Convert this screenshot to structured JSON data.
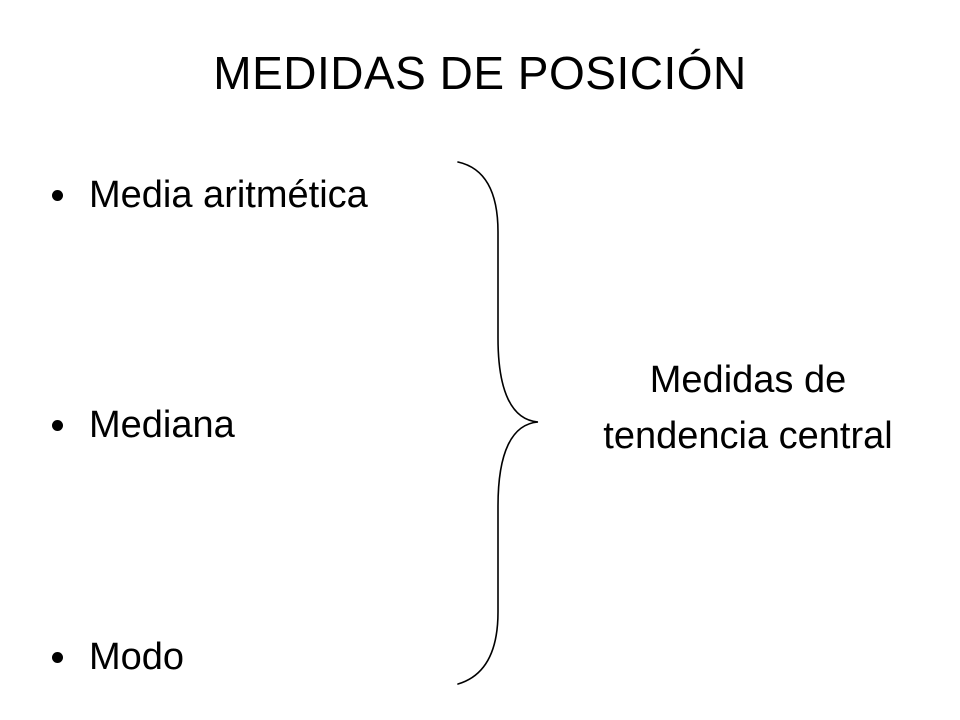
{
  "slide": {
    "title": "MEDIDAS DE POSICIÓN",
    "bullets": [
      {
        "label": "Media aritmética"
      },
      {
        "label": "Mediana"
      },
      {
        "label": "Modo"
      }
    ],
    "group_label": {
      "line1": "Medidas de",
      "line2": "tendencia central"
    }
  },
  "colors": {
    "background": "#ffffff",
    "text": "#000000",
    "brace": "#000000"
  }
}
